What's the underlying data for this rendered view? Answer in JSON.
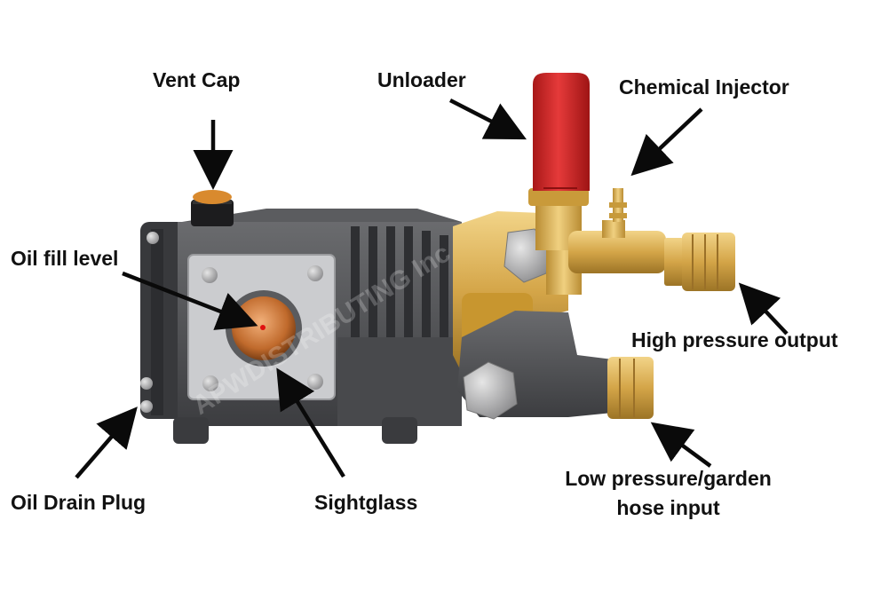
{
  "diagram": {
    "labels": {
      "vent_cap": "Vent Cap",
      "unloader": "Unloader",
      "chemical_injector": "Chemical Injector",
      "oil_fill_level": "Oil fill level",
      "high_pressure_output": "High pressure output",
      "oil_drain_plug": "Oil Drain Plug",
      "sightglass": "Sightglass",
      "low_pressure_line1": "Low pressure/garden",
      "low_pressure_line2": "hose input"
    },
    "watermark": "APWDISTRIBUTING Inc",
    "colors": {
      "housing": "#4e4f52",
      "brass": "#d4a548",
      "unloader_cap": "#d62828",
      "plate": "#c9cacc",
      "arrow": "#0a0a0a"
    }
  }
}
